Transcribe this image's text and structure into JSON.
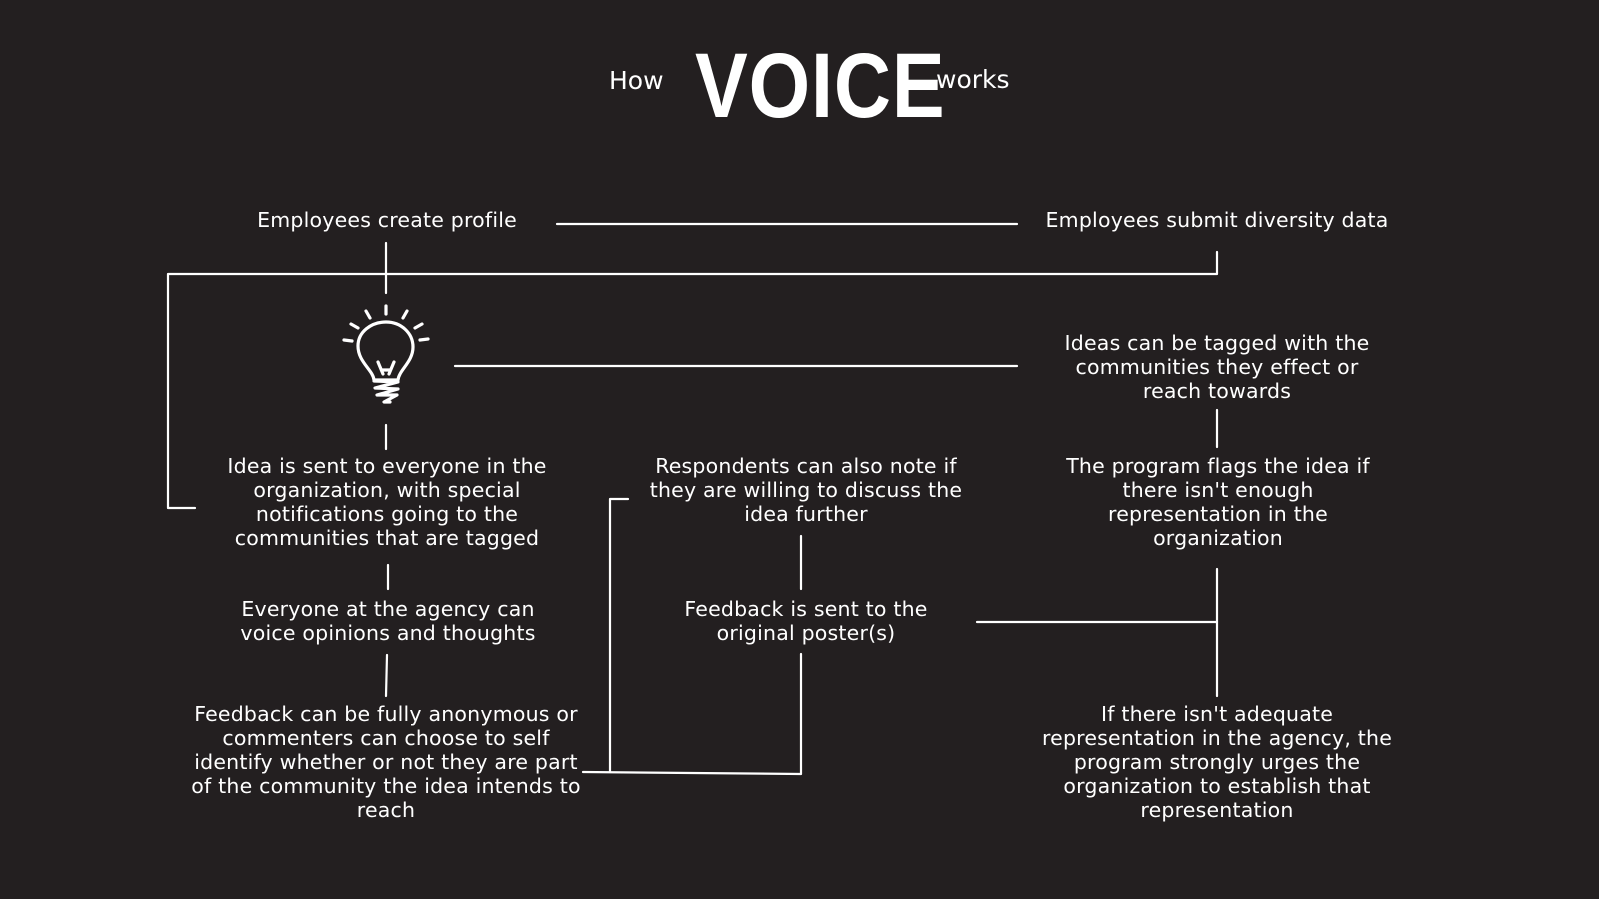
{
  "title": {
    "prefix": "How",
    "brand": "VOICE",
    "suffix": "works"
  },
  "colors": {
    "background": "#231f20",
    "foreground": "#ffffff"
  },
  "icon": "lightbulb-icon",
  "nodes": {
    "create_profile": "Employees create profile",
    "submit_diversity": "Employees submit diversity data",
    "tagged_ideas": "Ideas can be tagged with the communities they effect or reach towards",
    "idea_sent": "Idea is sent to everyone in the organization, with special notifications going to the communities that are tagged",
    "respondents_note": "Respondents can also note if they are willing to discuss the idea further",
    "program_flags": "The program flags the idea if there isn't enough representation in the organization",
    "everyone_voice": "Everyone at the agency can voice opinions and thoughts",
    "feedback_sent": "Feedback is sent to the original poster(s)",
    "feedback_anonymous": "Feedback can be fully anonymous or commenters can choose to self identify whether or not they are part of the community the idea intends to reach",
    "adequate_representation": "If there isn't adequate representation in the agency, the program strongly urges the organization to establish that representation"
  }
}
